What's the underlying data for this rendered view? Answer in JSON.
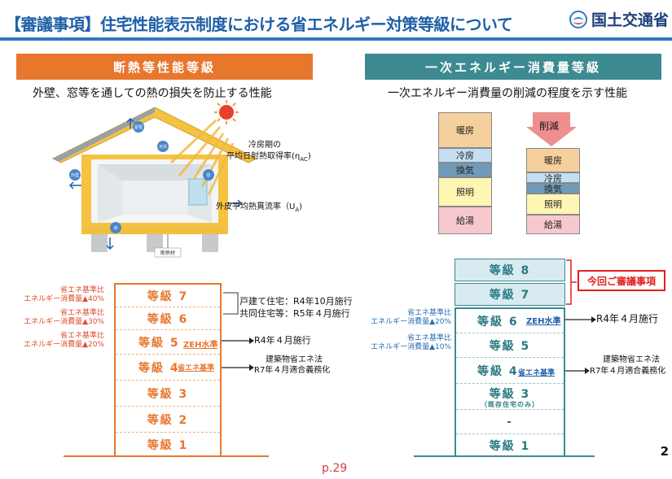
{
  "header": {
    "title": "【審議事項】住宅性能表示制度における省エネルギー対策等級について",
    "org": "国土交通省"
  },
  "left": {
    "section_title": "断熱等性能等級",
    "description": "外壁、窓等を通しての熱の損失を防止する性能",
    "house_labels": {
      "roof": "屋根",
      "ceiling": "天井",
      "wall": "外壁",
      "window": "窓",
      "floor": "床",
      "insulation": "断熱材",
      "eta": "冷房期の",
      "eta2": "平均日射熱取得率(η",
      "eta_sub": "AC",
      "ua": "外皮平均熱貫流率（U",
      "ua_sub": "A"
    },
    "grades": [
      "等級 7",
      "等級 6",
      "等級 5",
      "等級 4",
      "等級 3",
      "等級 2",
      "等級 1"
    ],
    "notes": [
      {
        "line1": "省エネ基準比",
        "line2": "エネルギー消費量▲40%"
      },
      {
        "line1": "省エネ基準比",
        "line2": "エネルギー消費量▲30%"
      },
      {
        "line1": "省エネ基準比",
        "line2": "エネルギー消費量▲20%"
      }
    ],
    "zeh_tag": "ZEH水準",
    "sho_tag": "省エネ基準",
    "ann_top_1": "戸建て住宅：R4年10月施行",
    "ann_top_2": "共同住宅等：R5年４月施行",
    "ann_g5": "R4年４月施行",
    "ann_g4_1": "建築物省エネ法",
    "ann_g4_2": "R7年４月適合義務化"
  },
  "right": {
    "section_title": "一次エネルギー消費量等級",
    "description": "一次エネルギー消費量の削減の程度を示す性能",
    "stack_before": [
      "暖房",
      "冷房",
      "換気",
      "照明",
      "給湯"
    ],
    "stack_after": [
      "暖房",
      "冷房",
      "換気",
      "照明",
      "給湯"
    ],
    "reduce_label": "削減",
    "grades_top": [
      "等級 8",
      "等級 7"
    ],
    "grades": [
      "等級 6",
      "等級 5",
      "等級 4",
      "等級 3",
      "-",
      "等級 1"
    ],
    "grade3_note": "（既存住宅のみ）",
    "notes": [
      {
        "line1": "省エネ基準比",
        "line2": "エネルギー消費量▲20%"
      },
      {
        "line1": "省エネ基準比",
        "line2": "エネルギー消費量▲10%"
      }
    ],
    "callout": "今回ご審議事項",
    "zeh_tag": "ZEH水準",
    "sho_tag": "省エネ基準",
    "ann_g6": "R4年４月施行",
    "ann_g4_1": "建築物省エネ法",
    "ann_g4_2": "R7年４月適合義務化"
  },
  "footer": {
    "page_ref": "p.29",
    "page_num": "2"
  },
  "colors": {
    "orange": "#e8772e",
    "teal": "#3d8a92",
    "red_note": "#e04a2a",
    "blue_note": "#2a6fb0"
  }
}
